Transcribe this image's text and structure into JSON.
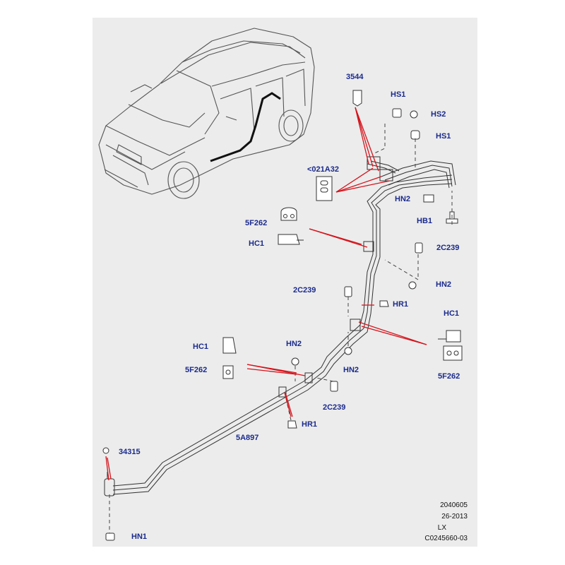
{
  "callouts": {
    "c3544": "3544",
    "hs1_top": "HS1",
    "hs2": "HS2",
    "hs1_right": "HS1",
    "c021a32": "<021A32",
    "hn2_top": "HN2",
    "hb1": "HB1",
    "f262_top": "5F262",
    "hc1_top": "HC1",
    "c2c239_top": "2C239",
    "hn2_mid": "HN2",
    "c2c239_mid": "2C239",
    "hr1_mid": "HR1",
    "hc1_right": "HC1",
    "hn2_left": "HN2",
    "hc1_left": "HC1",
    "hn2_lower": "HN2",
    "f262_left": "5F262",
    "f262_right": "5F262",
    "c2c239_lower": "2C239",
    "hr1_lower": "HR1",
    "c5a897": "5A897",
    "c34315": "34315",
    "hn1": "HN1"
  },
  "drawing_info": {
    "number": "2040605",
    "date": "26-2013",
    "code": "LX",
    "reference": "C0245660-03"
  },
  "colors": {
    "panel_background": "#ececec",
    "callout_text": "#1a2a8c",
    "callout_line": "#d4141c",
    "line_art": "#333333"
  }
}
